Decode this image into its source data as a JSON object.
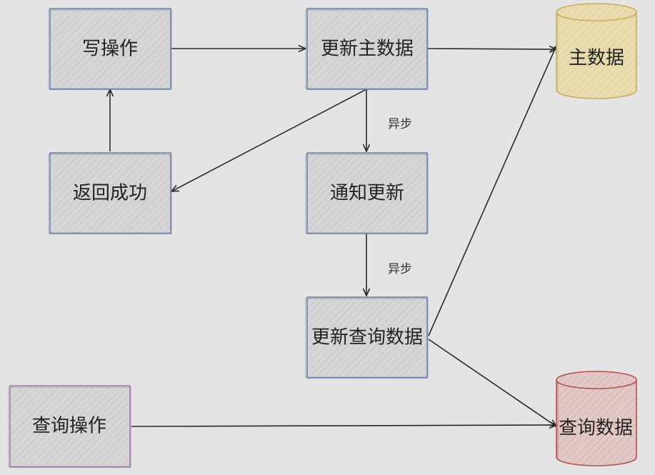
{
  "nodes": {
    "write_op": {
      "label": "写操作",
      "shape": "box"
    },
    "update_main": {
      "label": "更新主数据",
      "shape": "box"
    },
    "return_success": {
      "label": "返回成功",
      "shape": "box"
    },
    "notify_update": {
      "label": "通知更新",
      "shape": "box"
    },
    "update_query": {
      "label": "更新查询数据",
      "shape": "box"
    },
    "query_op": {
      "label": "查询操作",
      "shape": "box"
    },
    "main_db": {
      "label": "主数据",
      "shape": "cylinder"
    },
    "query_db": {
      "label": "查询数据",
      "shape": "cylinder"
    }
  },
  "edges": [
    {
      "from": "write_op",
      "to": "update_main"
    },
    {
      "from": "update_main",
      "to": "main_db"
    },
    {
      "from": "update_main",
      "to": "return_success"
    },
    {
      "from": "return_success",
      "to": "write_op"
    },
    {
      "from": "update_main",
      "to": "notify_update",
      "label": "异步"
    },
    {
      "from": "notify_update",
      "to": "update_query",
      "label": "异步"
    },
    {
      "from": "update_query",
      "to": "main_db"
    },
    {
      "from": "update_query",
      "to": "query_db"
    },
    {
      "from": "query_op",
      "to": "query_db"
    }
  ],
  "colors": {
    "background": "#e4e4e4",
    "box_fill": "#d6d6d6",
    "box_stroke": "#6b7fa8",
    "query_op_stroke": "#9a7aa4",
    "main_db_fill": "#e9dcb0",
    "main_db_stroke": "#c9ad5a",
    "query_db_fill": "#e2c8c6",
    "query_db_stroke": "#b0504c",
    "hatch": "#bdbdbd",
    "edge": "#2a2a2a"
  }
}
